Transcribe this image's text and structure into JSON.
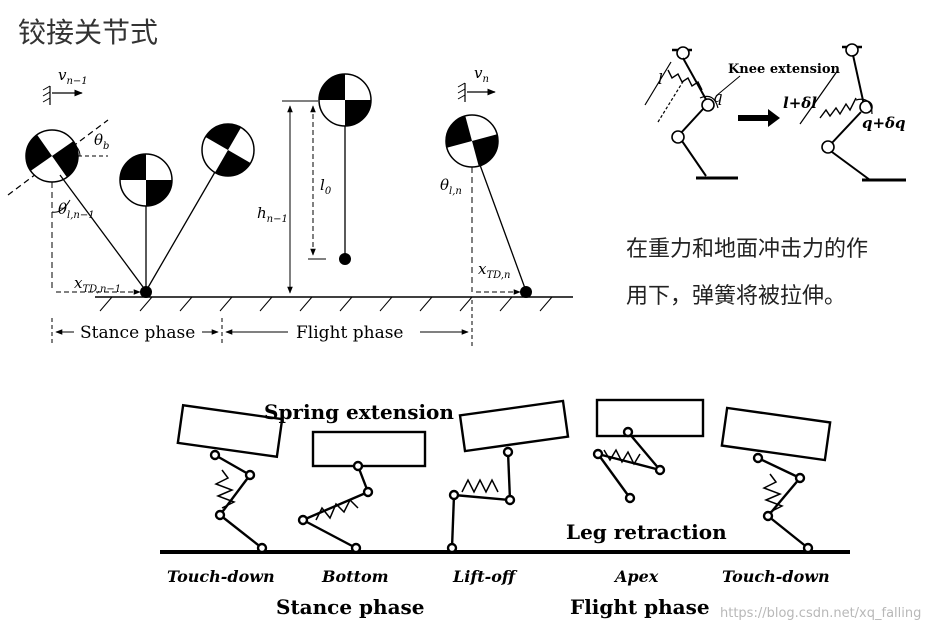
{
  "title": "铰接关节式",
  "note_lines": [
    "在重力和地面冲击力的作",
    "用下，弹簧将被拉伸。"
  ],
  "top_diagram": {
    "v_prev": "v",
    "v_prev_sub": "n−1",
    "v_next": "v",
    "v_next_sub": "n",
    "theta_b": "θ",
    "theta_b_sub": "b",
    "theta_prev": "θ",
    "theta_prev_sub": "l,n−1",
    "theta_next": "θ",
    "theta_next_sub": "l,n",
    "x_prev": "x",
    "x_prev_sub": "TD,n−1",
    "x_next": "x",
    "x_next_sub": "TD,n",
    "h": "h",
    "h_sub": "n−1",
    "l0": "l",
    "l0_sub": "0",
    "stance_label": "Stance phase",
    "flight_label": "Flight phase"
  },
  "knee_diagram": {
    "knee_label": "Knee extension",
    "l_label": "l",
    "q_label": "q",
    "l_ext_label": "l+δl",
    "q_ext_label": "q+δq"
  },
  "bottom_diagram": {
    "spring_label": "Spring extension",
    "retraction_label": "Leg retraction",
    "stages": [
      "Touch-down",
      "Bottom",
      "Lift-off",
      "Apex",
      "Touch-down"
    ],
    "stance_label": "Stance phase",
    "flight_label": "Flight phase"
  },
  "watermark": "https://blog.csdn.net/xq_falling"
}
